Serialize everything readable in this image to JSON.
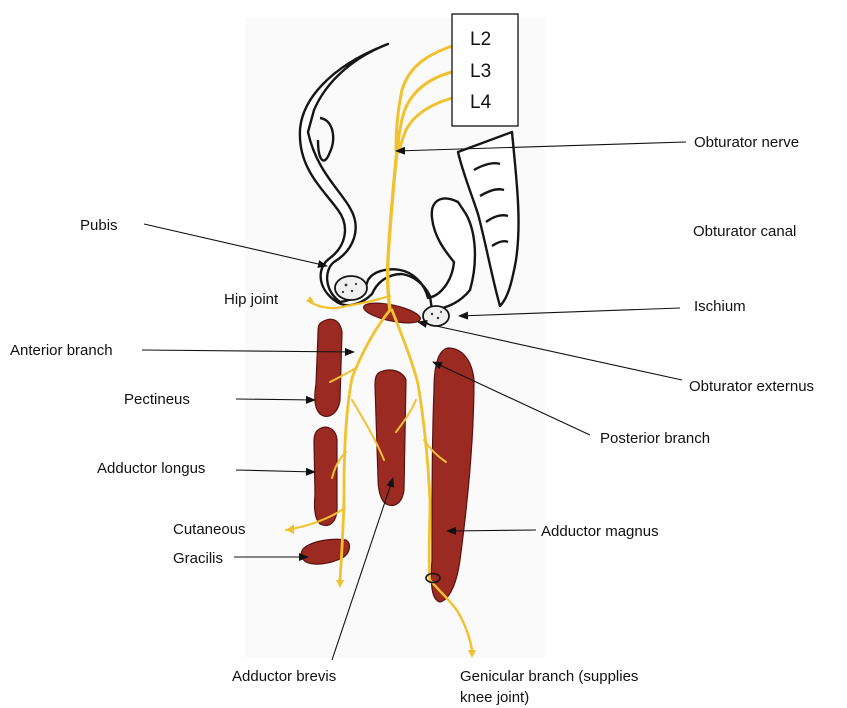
{
  "spinal_levels": [
    "L2",
    "L3",
    "L4"
  ],
  "labels": {
    "obturator_nerve": "Obturator nerve",
    "obturator_canal": "Obturator canal",
    "pubis": "Pubis",
    "hip_joint": "Hip joint",
    "ischium": "Ischium",
    "anterior_branch": "Anterior branch",
    "obturator_externus": "Obturator externus",
    "pectineus": "Pectineus",
    "posterior_branch": "Posterior branch",
    "adductor_longus": "Adductor longus",
    "cutaneous": "Cutaneous",
    "adductor_magnus": "Adductor magnus",
    "gracilis": "Gracilis",
    "adductor_brevis": "Adductor brevis",
    "genicular_branch_line1": "Genicular branch (supplies",
    "genicular_branch_line2": "knee joint)"
  },
  "colors": {
    "nerve": "#f2c12e",
    "muscle": "#9b2a22",
    "bone_fill": "#ffffff",
    "bone_outline": "#151515",
    "panel_background": "#fbfbfb"
  }
}
